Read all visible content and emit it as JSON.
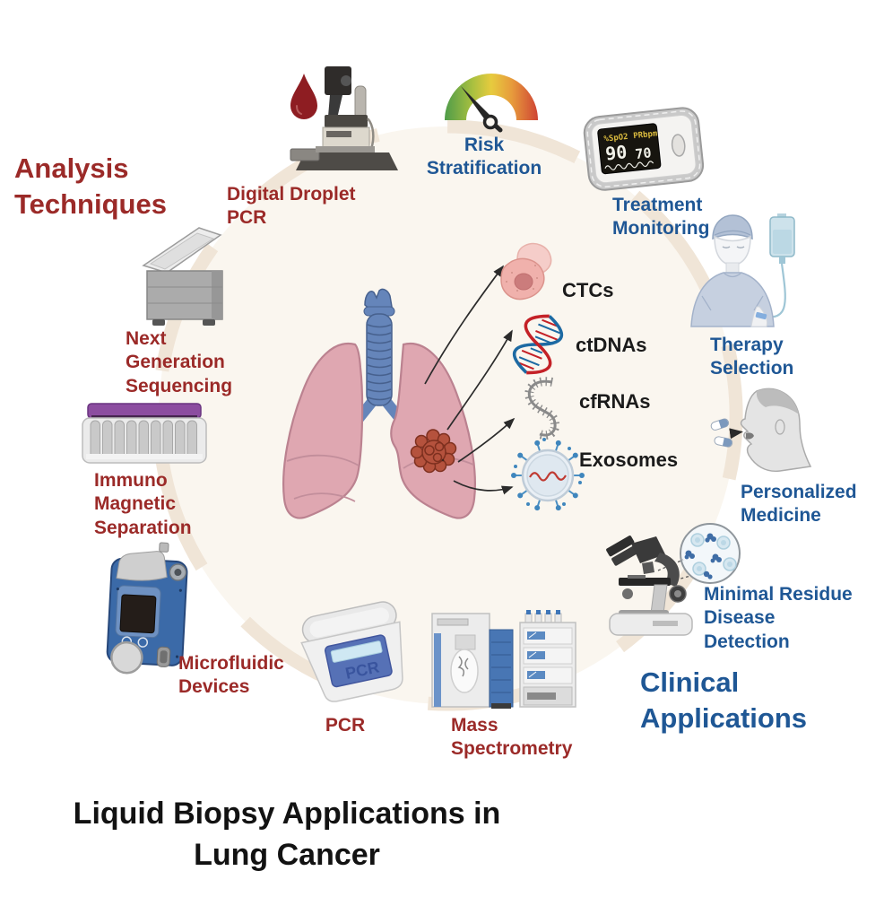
{
  "diagram_title": {
    "line1": "Liquid Biopsy Applications in",
    "line2": "Lung Cancer"
  },
  "sections": {
    "analysis": {
      "heading": "Analysis Techniques",
      "color": "#9B2A28",
      "items": [
        {
          "label": "Digital Droplet PCR",
          "icon": "blood-droplet-ddpcr-machine-icon"
        },
        {
          "label": "Next Generation Sequencing",
          "icon": "ngs-sequencer-icon"
        },
        {
          "label": "Immuno Magnetic Separation",
          "icon": "tube-rack-icon"
        },
        {
          "label": "Microfluidic Devices",
          "icon": "microfluidic-device-icon"
        },
        {
          "label": "PCR",
          "icon": "pcr-thermocycler-icon"
        },
        {
          "label": "Mass Spectrometry",
          "icon": "mass-spectrometer-icon"
        }
      ]
    },
    "clinical": {
      "heading": "Clinical Applications",
      "color": "#1F5795",
      "items": [
        {
          "label": "Risk Stratification",
          "icon": "risk-gauge-icon"
        },
        {
          "label": "Treatment Monitoring",
          "icon": "pulse-oximeter-icon"
        },
        {
          "label": "Therapy Selection",
          "icon": "patient-iv-icon"
        },
        {
          "label": "Personalized Medicine",
          "icon": "pill-swallow-patient-icon"
        },
        {
          "label": "Minimal Residue Disease Detection",
          "icon": "microscope-cells-icon"
        }
      ]
    }
  },
  "biomarkers": [
    {
      "label": "CTCs",
      "icon": "circulating-tumor-cell-icon"
    },
    {
      "label": "ctDNAs",
      "icon": "dna-helix-icon"
    },
    {
      "label": "cfRNAs",
      "icon": "rna-strand-icon"
    },
    {
      "label": "Exosomes",
      "icon": "exosome-vesicle-icon"
    }
  ],
  "pulse_oximeter": {
    "spo2_label": "%SpO2",
    "pr_label": "PRbpm",
    "spo2_value": "90",
    "pr_value": "70"
  },
  "pcr_machine": {
    "screen_text": "PCR"
  },
  "colors": {
    "analysis_red": "#9B2A28",
    "clinical_blue": "#1F5795",
    "title_black": "#121212",
    "ring_beige": "#F0E5D7",
    "circle_fill": "#FAF6EF",
    "lung_pink": "#DFA7B1",
    "lung_outline": "#BB8290",
    "tumor_red": "#B5523D",
    "trachea_blue": "#6585BA",
    "dna_red": "#C42127",
    "dna_blue": "#1D6AA3",
    "exosome_blue": "#4B90C4",
    "gauge_green": "#4F9C49",
    "gauge_red": "#CF4434",
    "droplet_red": "#8E1D22"
  }
}
